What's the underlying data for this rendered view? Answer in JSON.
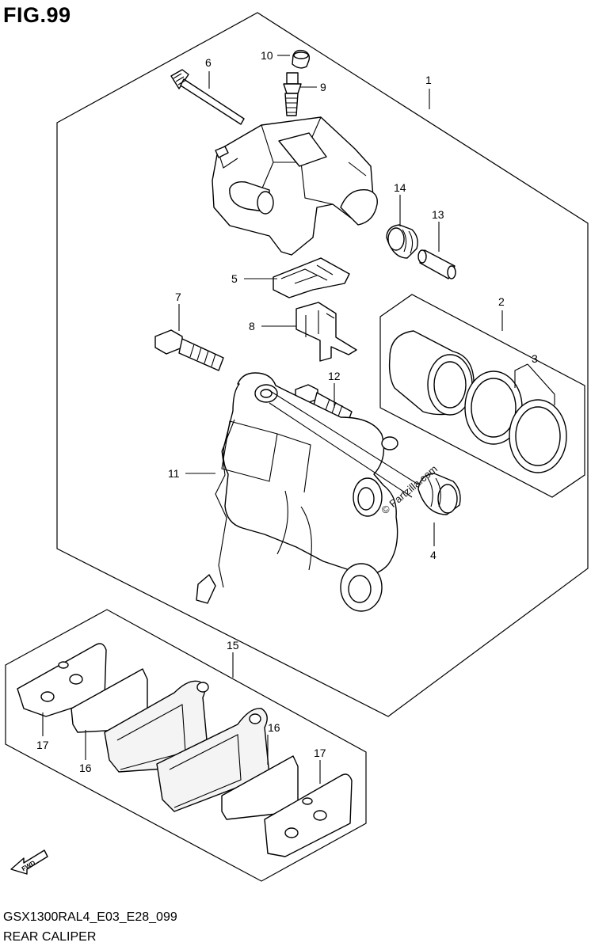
{
  "figure": {
    "title": "FIG.99",
    "code": "GSX1300RAL4_E03_E28_099",
    "name": "REAR CALIPER"
  },
  "watermark": "© Partzilla.com",
  "fwd_label": "FWD",
  "callouts": {
    "c1": "1",
    "c2": "2",
    "c3": "3",
    "c4": "4",
    "c5": "5",
    "c6": "6",
    "c7": "7",
    "c8": "8",
    "c9": "9",
    "c10": "10",
    "c11": "11",
    "c12": "12",
    "c13": "13",
    "c14": "14",
    "c15": "15",
    "c16a": "16",
    "c16b": "16",
    "c17a": "17",
    "c17b": "17"
  }
}
